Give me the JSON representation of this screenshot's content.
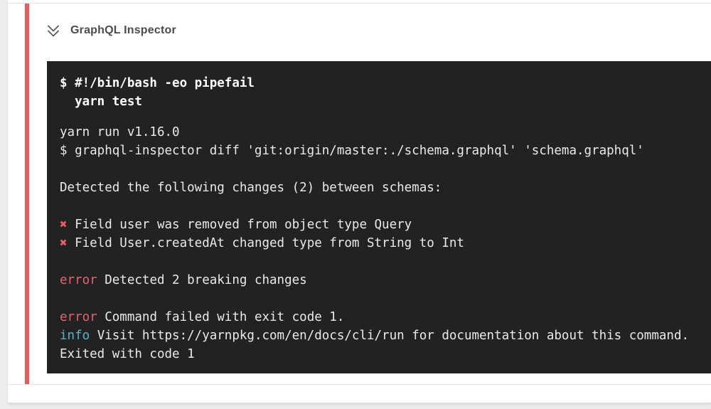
{
  "header": {
    "title": "GraphQL Inspector",
    "chevron_icon": "chevrons-down-icon"
  },
  "colors": {
    "page_background": "#ececec",
    "panel_background": "#ffffff",
    "stripe_red": "#ea5a61",
    "terminal_bg": "#222222",
    "terminal_text": "#eaeaea",
    "command_text": "#ffffff",
    "cross_red": "#ee5b60",
    "error_red": "#e5646c",
    "info_cyan": "#57b5c4",
    "title_gray": "#4b4b4b"
  },
  "terminal": {
    "command_lines": [
      "$ #!/bin/bash -eo pipefail",
      "  yarn test"
    ],
    "output_lines": [
      {
        "segs": [
          {
            "t": "yarn run v1.16.0"
          }
        ]
      },
      {
        "segs": [
          {
            "t": "$ graphql-inspector diff 'git:origin/master:./schema.graphql' 'schema.graphql'"
          }
        ]
      },
      {
        "segs": []
      },
      {
        "segs": [
          {
            "t": "Detected the following changes (2) between schemas:"
          }
        ]
      },
      {
        "segs": []
      },
      {
        "segs": [
          {
            "t": "✖",
            "c": "cross_red"
          },
          {
            "t": " Field user was removed from object type Query"
          }
        ]
      },
      {
        "segs": [
          {
            "t": "✖",
            "c": "cross_red"
          },
          {
            "t": " Field User.createdAt changed type from String to Int"
          }
        ]
      },
      {
        "segs": []
      },
      {
        "segs": [
          {
            "t": "error",
            "c": "error_red"
          },
          {
            "t": " Detected 2 breaking changes"
          }
        ]
      },
      {
        "segs": []
      },
      {
        "segs": [
          {
            "t": "error",
            "c": "error_red"
          },
          {
            "t": " Command failed with exit code 1."
          }
        ]
      },
      {
        "segs": [
          {
            "t": "info",
            "c": "info_cyan"
          },
          {
            "t": " Visit https://yarnpkg.com/en/docs/cli/run for documentation about this command."
          }
        ]
      },
      {
        "segs": [
          {
            "t": "Exited with code 1"
          }
        ]
      }
    ]
  }
}
